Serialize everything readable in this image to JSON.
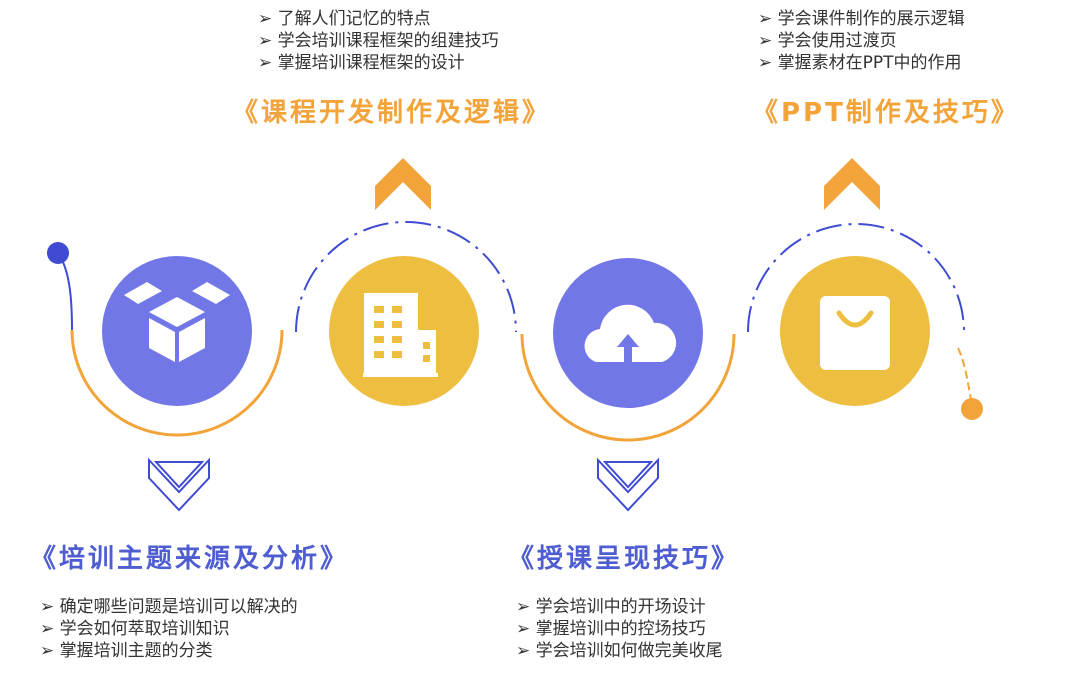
{
  "colors": {
    "blue": "#7177E6",
    "dark_blue": "#4E5DD0",
    "yellow": "#EEBE41",
    "orange": "#F2A43A",
    "text": "#333333"
  },
  "stages": [
    {
      "title": "《培训主题来源及分析》",
      "icon": "box-icon",
      "items": [
        "确定哪些问题是培训可以解决的",
        "学会如何萃取培训知识",
        "掌握培训主题的分类"
      ]
    },
    {
      "title": "《课程开发制作及逻辑》",
      "icon": "building-icon",
      "items": [
        "了解人们记忆的特点",
        "学会培训课程框架的组建技巧",
        "掌握培训课程框架的设计"
      ]
    },
    {
      "title": "《授课呈现技巧》",
      "icon": "cloud-upload-icon",
      "items": [
        "学会培训中的开场设计",
        "掌握培训中的控场技巧",
        "学会培训如何做完美收尾"
      ]
    },
    {
      "title": "《PPT制作及技巧》",
      "icon": "shopping-bag-icon",
      "items": [
        "学会课件制作的展示逻辑",
        "学会使用过渡页",
        "掌握素材在PPT中的作用"
      ]
    }
  ]
}
